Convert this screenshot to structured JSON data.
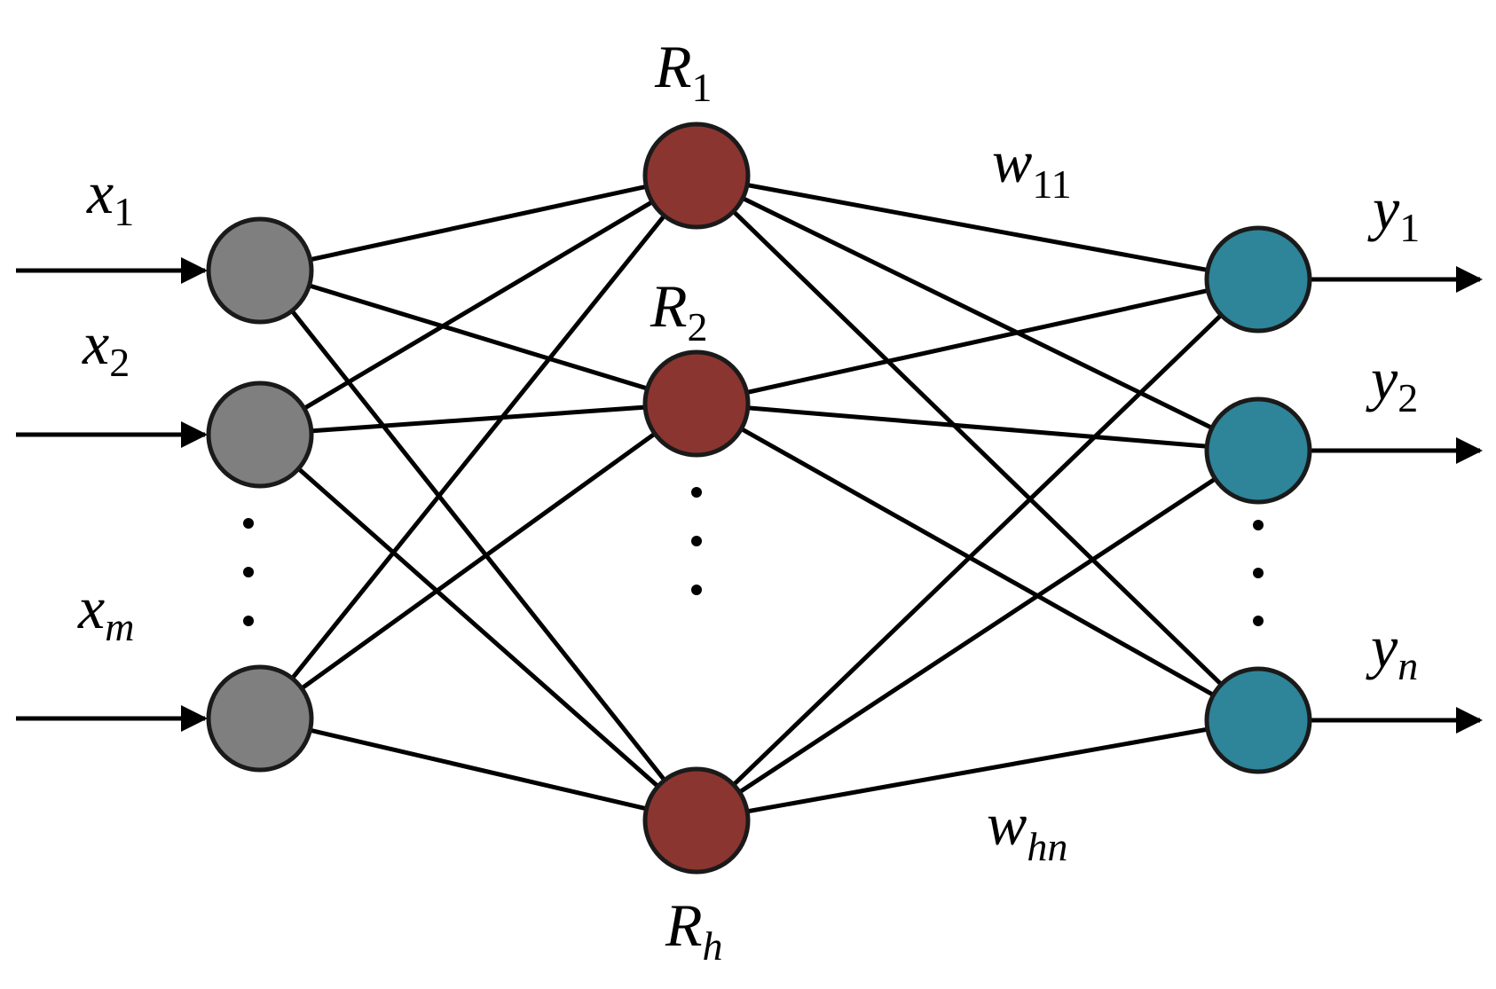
{
  "colors": {
    "input": "#7f7f7f",
    "hidden": "#8b3530",
    "output": "#2e8499",
    "line": "#000000"
  },
  "inputs": [
    {
      "base": "x",
      "sub": "1"
    },
    {
      "base": "x",
      "sub": "2"
    },
    {
      "base": "x",
      "sub": "m"
    }
  ],
  "hidden": [
    {
      "base": "R",
      "sub": "1"
    },
    {
      "base": "R",
      "sub": "2"
    },
    {
      "base": "R",
      "sub": "h"
    }
  ],
  "outputs": [
    {
      "base": "y",
      "sub": "1"
    },
    {
      "base": "y",
      "sub": "2"
    },
    {
      "base": "y",
      "sub": "n"
    }
  ],
  "weights": [
    {
      "base": "w",
      "sub": "11"
    },
    {
      "base": "w",
      "sub": "hn"
    }
  ]
}
